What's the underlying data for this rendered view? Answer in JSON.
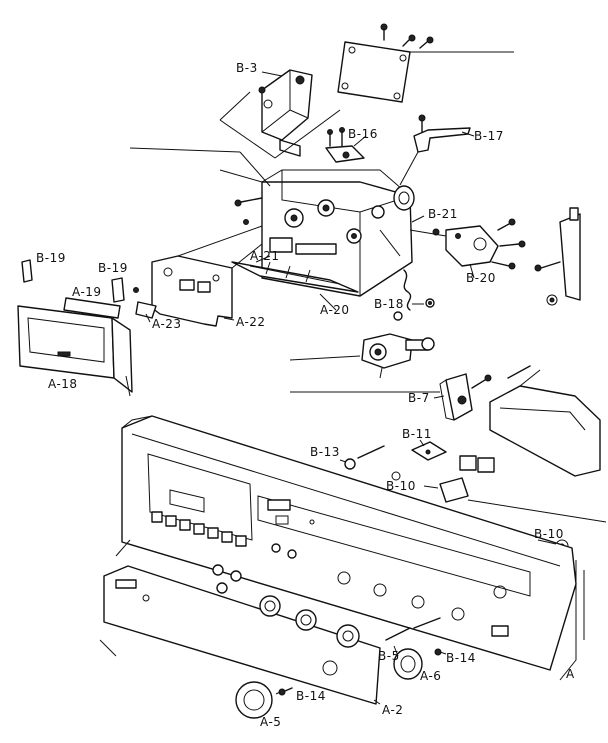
{
  "labels": {
    "b3": "B-3",
    "b16": "B-16",
    "b17": "B-17",
    "b21": "B-21",
    "b20": "B-20",
    "b19a": "B-19",
    "b19b": "B-19",
    "a19": "A-19",
    "a21": "A-21",
    "a23": "A-23",
    "a22": "A-22",
    "a20": "A-20",
    "b18": "B-18",
    "a18": "A-18",
    "b7": "B-7",
    "b11": "B-11",
    "b13": "B-13",
    "b10a": "B-10",
    "b10b": "B-10",
    "b5": "B-5",
    "b14a": "B-14",
    "a6": "A-6",
    "b14b": "B-14",
    "a2": "A-2",
    "a5": "A-5",
    "a": "A"
  }
}
